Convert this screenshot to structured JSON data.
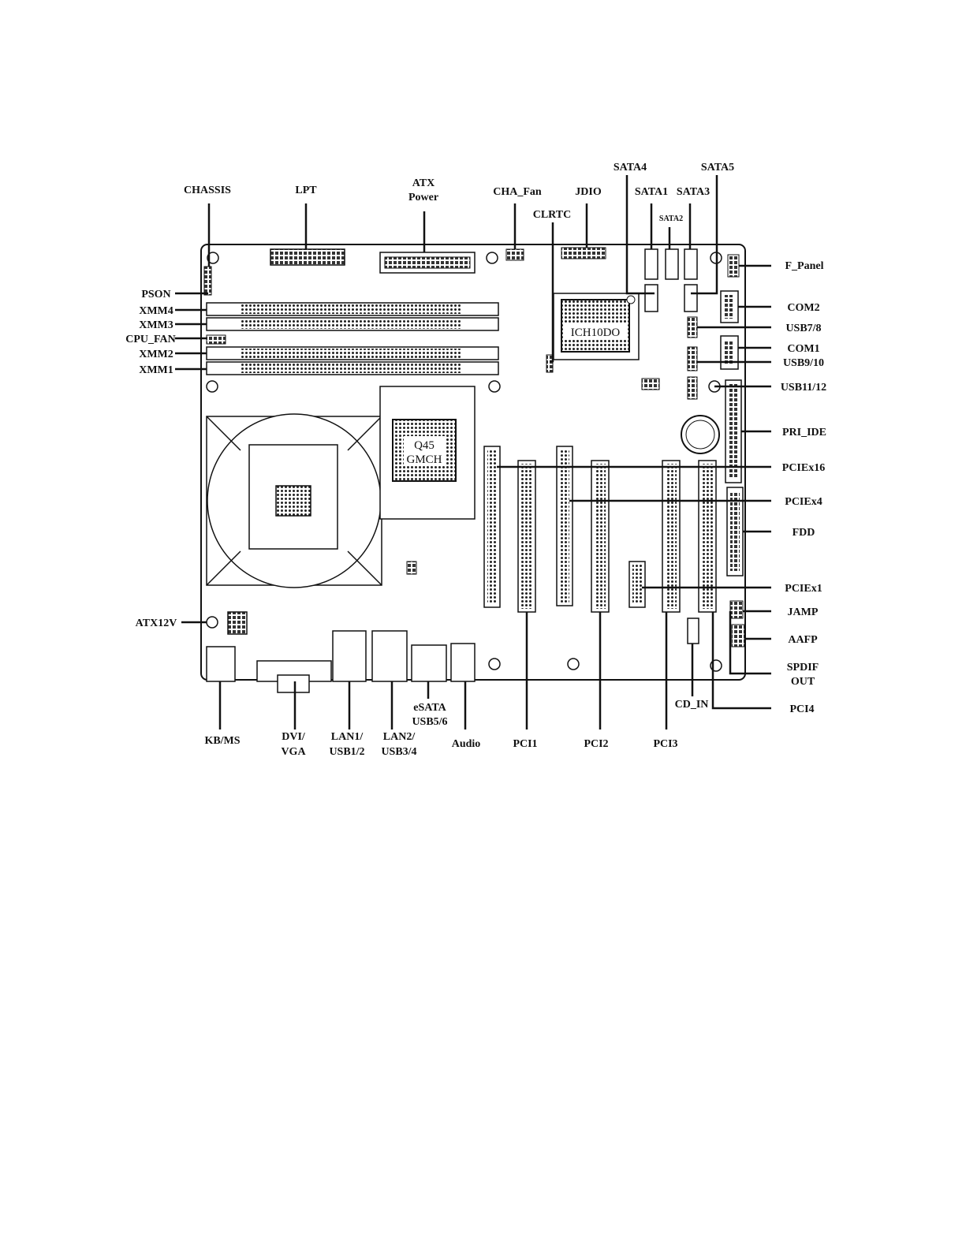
{
  "labels": {
    "chassis": "CHASSIS",
    "lpt": "LPT",
    "atx_power_1": "ATX",
    "atx_power_2": "Power",
    "cha_fan": "CHA_Fan",
    "jdio": "JDIO",
    "clrtc": "CLRTC",
    "sata4": "SATA4",
    "sata5": "SATA5",
    "sata1": "SATA1",
    "sata3": "SATA3",
    "sata2": "SATA2",
    "f_panel": "F_Panel",
    "com2": "COM2",
    "usb78": "USB7/8",
    "com1": "COM1",
    "usb910": "USB9/10",
    "usb1112": "USB11/12",
    "pri_ide": "PRI_IDE",
    "pciex16": "PCIEx16",
    "pciex4": "PCIEx4",
    "fdd": "FDD",
    "pciex1": "PCIEx1",
    "jamp": "JAMP",
    "aafp": "AAFP",
    "spdif_1": "SPDIF",
    "spdif_2": "OUT",
    "pci4": "PCI4",
    "pson": "PSON",
    "xmm4": "XMM4",
    "xmm3": "XMM3",
    "cpu_fan": "CPU_FAN",
    "xmm2": "XMM2",
    "xmm1": "XMM1",
    "atx12v": "ATX12V",
    "kbms": "KB/MS",
    "dvi_1": "DVI/",
    "dvi_2": "VGA",
    "lan1_1": "LAN1/",
    "lan1_2": "USB1/2",
    "lan2_1": "LAN2/",
    "lan2_2": "USB3/4",
    "esata_1": "eSATA",
    "esata_2": "USB5/6",
    "audio": "Audio",
    "pci1": "PCI1",
    "pci2": "PCI2",
    "pci3": "PCI3",
    "cd_in": "CD_IN"
  },
  "chips": {
    "gmch_1": "Q45",
    "gmch_2": "GMCH",
    "ich": "ICH10DO"
  }
}
